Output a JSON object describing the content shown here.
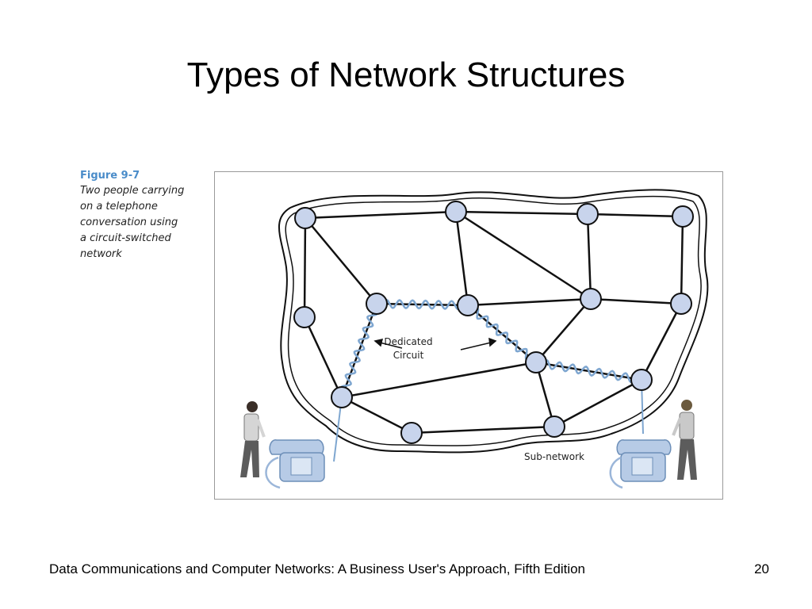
{
  "slide": {
    "title": "Types of Network Structures",
    "footer": "Data Communications and Computer Networks: A Business User's Approach, Fifth Edition",
    "page_number": "20"
  },
  "caption": {
    "label": "Figure 9-7",
    "lines": [
      "Two people carrying",
      "on a telephone",
      "conversation using",
      "a circuit-switched",
      "network"
    ]
  },
  "diagram": {
    "dedicated_label_line1": "Dedicated",
    "dedicated_label_line2": "Circuit",
    "subnetwork_label": "Sub-network",
    "node_color": "#c8d4ec",
    "circuit_color": "#7ea6d0",
    "phone_color": "#b7cbe6"
  }
}
